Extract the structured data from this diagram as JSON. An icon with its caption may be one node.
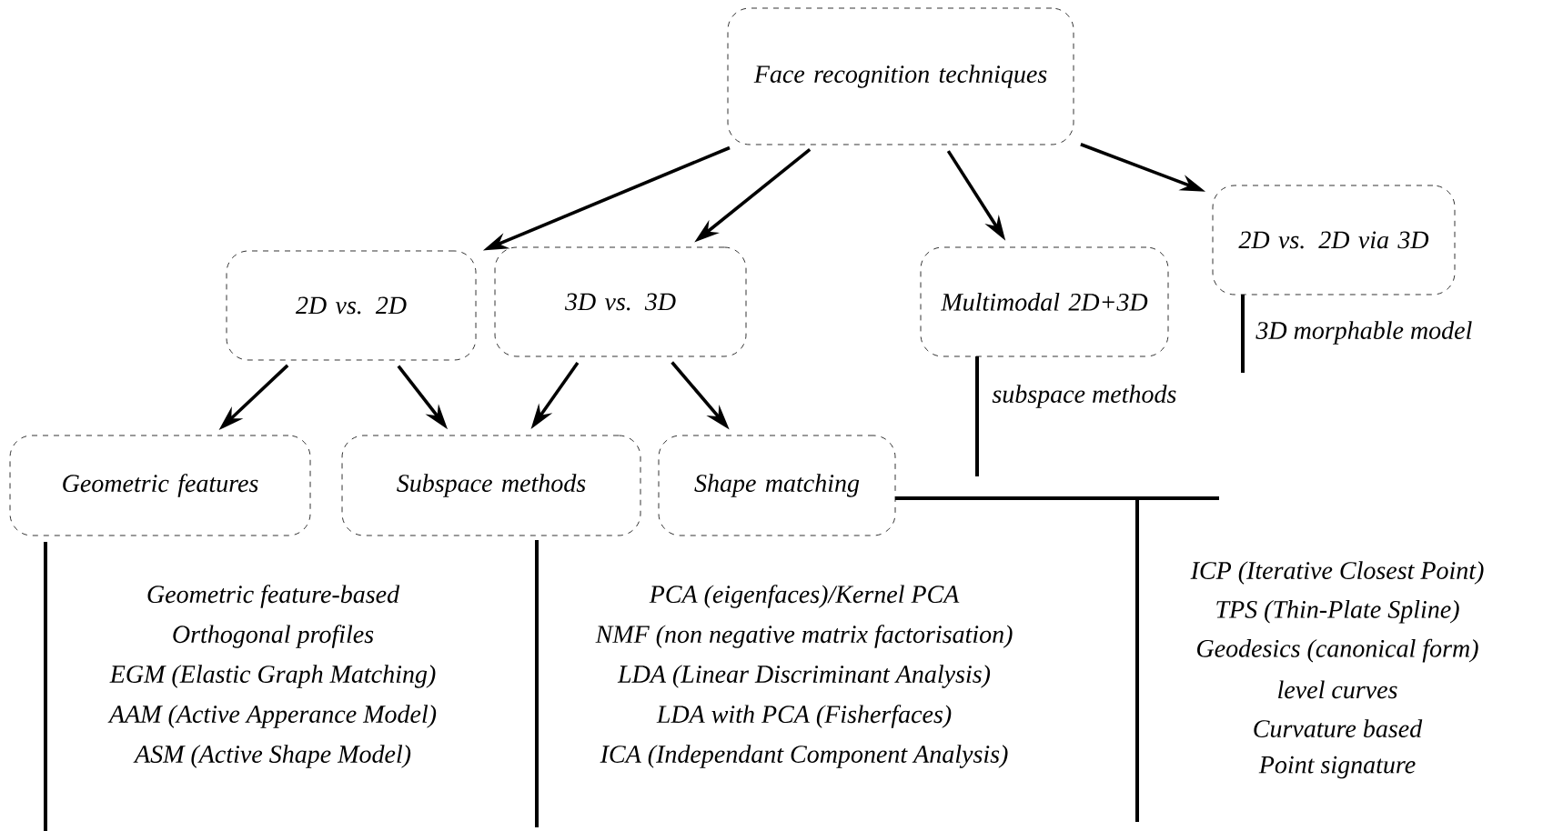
{
  "diagram": {
    "nodes": [
      {
        "text": [
          "Face recognition techniques"
        ]
      },
      {
        "text": [
          "2D vs. 2D"
        ]
      },
      {
        "text": [
          "3D vs. 3D"
        ]
      },
      {
        "text": [
          "Multimodal 2D+3D"
        ],
        "beside": [
          "subspace methods"
        ]
      },
      {
        "text": [
          "2D vs. 2D via 3D"
        ],
        "beside": [
          "3D morphable model"
        ]
      },
      {
        "text": [
          "Geometric features"
        ],
        "beside": [
          "Geometric feature-based",
          "Orthogonal profiles",
          "EGM (Elastic Graph Matching)",
          "AAM (Active Apperance Model)",
          "ASM (Active Shape Model)"
        ]
      },
      {
        "text": [
          "Subspace methods"
        ],
        "beside": [
          "PCA (eigenfaces)/Kernel PCA",
          "NMF (non negative matrix factorisation)",
          "LDA (Linear Discriminant Analysis)",
          "LDA with PCA (Fisherfaces)",
          "ICA (Independant Component Analysis)"
        ]
      },
      {
        "text": [
          "Shape matching"
        ],
        "beside": [
          "ICP (Iterative Closest Point)",
          "TPS (Thin-Plate Spline)",
          "Geodesics (canonical form)",
          "level curves",
          "Curvature based",
          "Point signature"
        ]
      }
    ],
    "edges": [
      {
        "from": 0,
        "to": 1,
        "arrow": "to"
      },
      {
        "from": 0,
        "to": 2,
        "arrow": "to"
      },
      {
        "from": 0,
        "to": 3,
        "arrow": "to"
      },
      {
        "from": 0,
        "to": 4,
        "arrow": "to"
      },
      {
        "from": 1,
        "to": 5,
        "arrow": "to"
      },
      {
        "from": 1,
        "to": 6,
        "arrow": "to"
      },
      {
        "from": 2,
        "to": 6,
        "arrow": "to"
      },
      {
        "from": 2,
        "to": 7,
        "arrow": "to"
      }
    ]
  }
}
